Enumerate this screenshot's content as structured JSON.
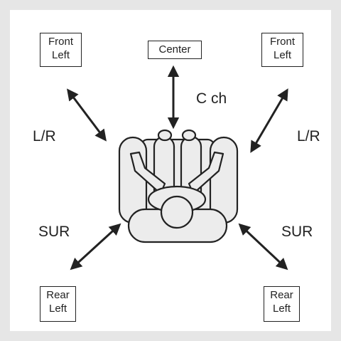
{
  "speakers": {
    "front_left_a": "Front\nLeft",
    "center": "Center",
    "front_left_b": "Front\nLeft",
    "rear_left_a": "Rear\nLeft",
    "rear_left_b": "Rear\nLeft"
  },
  "labels": {
    "center_channel": "C ch",
    "lr_left": "L/R",
    "lr_right": "L/R",
    "sur_left": "SUR",
    "sur_right": "SUR"
  },
  "colors": {
    "frame": "#e6e6e6",
    "line": "#222222",
    "seat_fill": "#ececec"
  }
}
